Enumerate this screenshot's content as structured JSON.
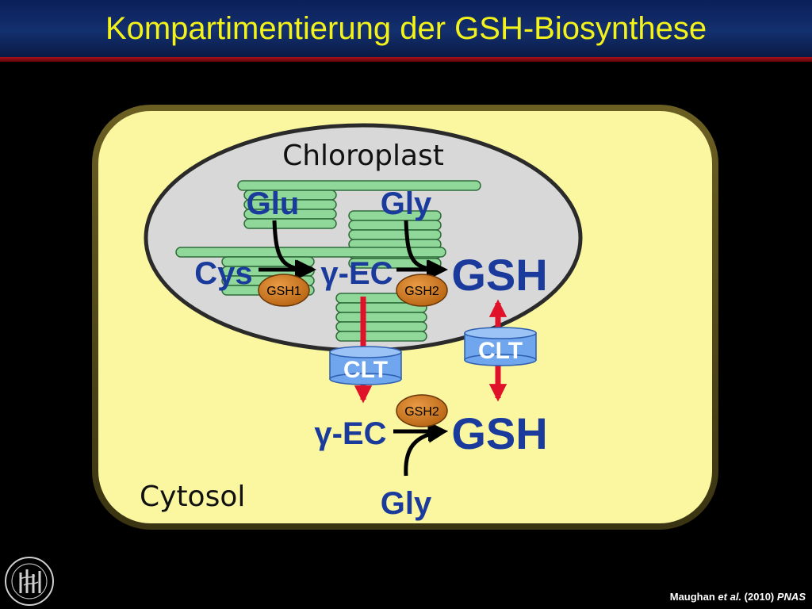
{
  "slide": {
    "title": "Kompartimentierung der GSH-Biosynthese"
  },
  "diagram": {
    "compartments": {
      "chloroplast": "Chloroplast",
      "cytosol": "Cytosol"
    },
    "metabolites": {
      "glu": "Glu",
      "gly_chloroplast": "Gly",
      "cys": "Cys",
      "gec_chloroplast": "γ-EC",
      "gsh_chloroplast": "GSH",
      "gec_cytosol": "γ-EC",
      "gsh_cytosol": "GSH",
      "gly_cytosol": "Gly"
    },
    "enzymes": {
      "gsh1": "GSH1",
      "gsh2_chloroplast": "GSH2",
      "gsh2_cytosol": "GSH2"
    },
    "transporters": {
      "clt_left": "CLT",
      "clt_right": "CLT"
    }
  },
  "citation": {
    "authors": "Maughan",
    "etal": "et al.",
    "year": "(2010)",
    "journal": "PNAS"
  },
  "colors": {
    "title": "#f3f21b",
    "metabolite_text": "#1a3a9c",
    "cytosol_fill": "#fbf7a0",
    "chloroplast_fill": "#d8d8d8",
    "thylakoid_fill": "#8fd89a",
    "enzyme_fill": "#d07a22",
    "transporter_fill": "#6fa6ee",
    "transport_arrow": "#e0122a"
  },
  "logo": {
    "icon": "institute-seal-icon"
  }
}
